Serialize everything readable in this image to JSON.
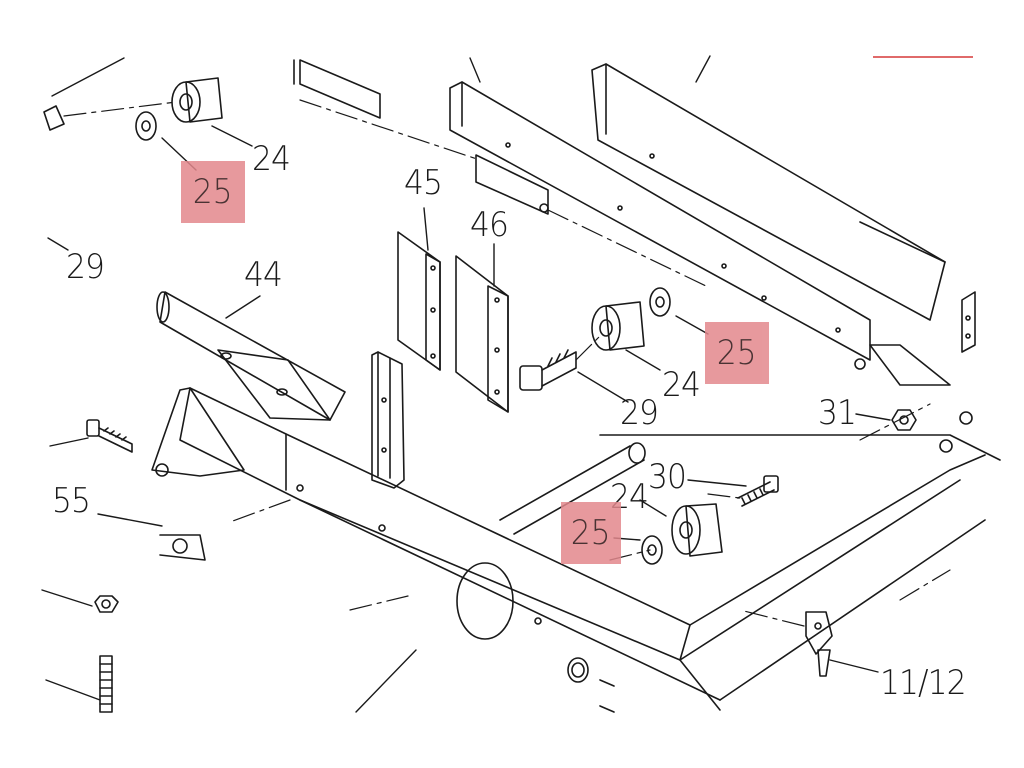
{
  "diagram": {
    "callouts": {
      "p24_a": "24",
      "p29_a": "29",
      "p44": "44",
      "p45": "45",
      "p46": "46",
      "p29_b": "29",
      "p24_b": "24",
      "p31": "31",
      "p30": "30",
      "p24_c": "24",
      "p55": "55",
      "p11_12": "11/12"
    },
    "highlighted": [
      "25",
      "25",
      "25"
    ],
    "highlight_color": "#e3888d",
    "line_color": "#1a1a1a"
  }
}
